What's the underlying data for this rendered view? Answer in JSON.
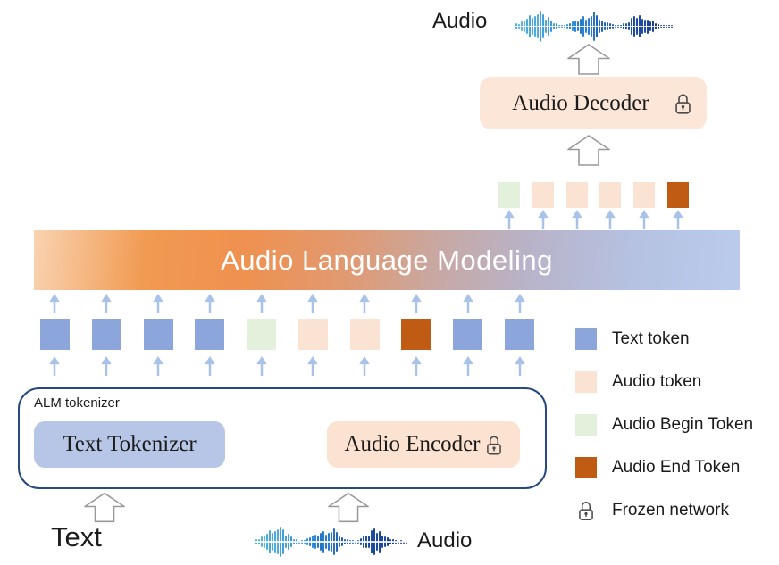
{
  "labels": {
    "audio_output": "Audio",
    "audio_decoder": "Audio Decoder",
    "language_model": "Audio Language Modeling",
    "alm_tokenizer": "ALM tokenizer",
    "text_tokenizer": "Text Tokenizer",
    "audio_encoder": "Audio Encoder",
    "text_input": "Text",
    "audio_input": "Audio"
  },
  "tokens": {
    "top_row": [
      "audio-begin",
      "audio",
      "audio",
      "audio",
      "audio",
      "audio-end"
    ],
    "bottom_row": [
      "text",
      "text",
      "text",
      "text",
      "audio-begin",
      "audio",
      "audio",
      "audio-end",
      "text",
      "text"
    ]
  },
  "legend": [
    {
      "type": "text",
      "label": "Text token"
    },
    {
      "type": "audio",
      "label": "Audio token"
    },
    {
      "type": "audio-begin",
      "label": "Audio Begin Token"
    },
    {
      "type": "audio-end",
      "label": "Audio End Token"
    },
    {
      "type": "frozen",
      "label": "Frozen network"
    }
  ],
  "icons": {
    "lock": "lock-icon",
    "up_arrow": "up-arrow-icon",
    "waveform": "audio-waveform-icon"
  },
  "colors": {
    "text_token": "#8CA6DB",
    "audio_token": "#FBE3D3",
    "audio_begin_token": "#E3F0DC",
    "audio_end_token": "#C05B13",
    "decoder_box": "#FCE6D7",
    "encoder_box": "#FBE2D1",
    "text_tokenizer_box": "#B7C6E6",
    "alm_box_border": "#26497E",
    "small_arrow": "#A9C2E8",
    "big_arrow_outline": "#98999D",
    "lock": "#4A4A4A",
    "bar_text": "#FFFFFF",
    "bar_gradient": "linear-gradient(96deg, #F9D3B1 0%, #F19A51 16%, #EF9150 30%, #E09A73 45%, #C6A9A6 58%, #B8B3C9 70%, #B5C2E2 85%, #BBCBEC 100%)"
  }
}
